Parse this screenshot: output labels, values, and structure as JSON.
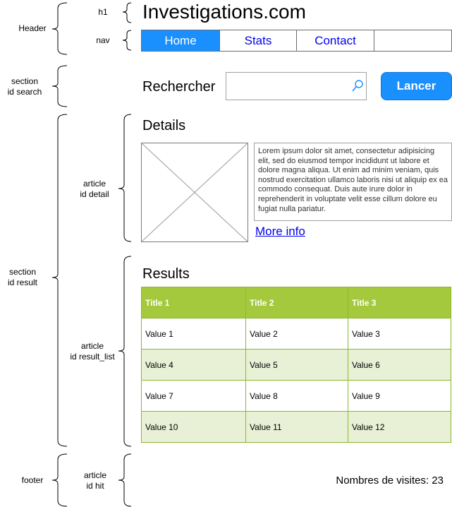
{
  "annotations": {
    "header": "Header",
    "h1": "h1",
    "nav": "nav",
    "section_search": [
      "section",
      "id search"
    ],
    "section_result": [
      "section",
      "id result"
    ],
    "article_detail": [
      "article",
      "id detail"
    ],
    "article_result_list": [
      "article",
      "id result_list"
    ],
    "footer": "footer",
    "article_hit": [
      "article",
      "id hit"
    ]
  },
  "header": {
    "title": "Investigations.com"
  },
  "nav": {
    "items": [
      {
        "label": "Home",
        "active": true
      },
      {
        "label": "Stats",
        "active": false
      },
      {
        "label": "Contact",
        "active": false
      },
      {
        "label": "",
        "active": false
      }
    ]
  },
  "search": {
    "label": "Rechercher",
    "value": "",
    "button_label": "Lancer"
  },
  "details": {
    "title": "Details",
    "text": "Lorem ipsum dolor sit amet, consectetur adipisicing elit, sed do eiusmod tempor incididunt ut labore et dolore magna aliqua. Ut enim ad minim veniam, quis nostrud exercitation ullamco laboris nisi ut aliquip ex ea commodo consequat. Duis aute irure dolor in reprehenderit in voluptate velit esse cillum dolore eu fugiat nulla pariatur.",
    "more_info": "More info"
  },
  "results": {
    "title": "Results",
    "headers": [
      "Title 1",
      "Title 2",
      "Title 3"
    ],
    "rows": [
      [
        "Value 1",
        "Value 2",
        "Value 3"
      ],
      [
        "Value 4",
        "Value 5",
        "Value 6"
      ],
      [
        "Value 7",
        "Value 8",
        "Value 9"
      ],
      [
        "Value 10",
        "Value 11",
        "Value 12"
      ]
    ]
  },
  "footer": {
    "visits": "Nombres de visites: 23"
  },
  "colors": {
    "accent_blue": "#1a90ff",
    "table_header_green": "#a4c93c",
    "table_alt_row": "#e8f0d6",
    "link": "#0000ee"
  }
}
